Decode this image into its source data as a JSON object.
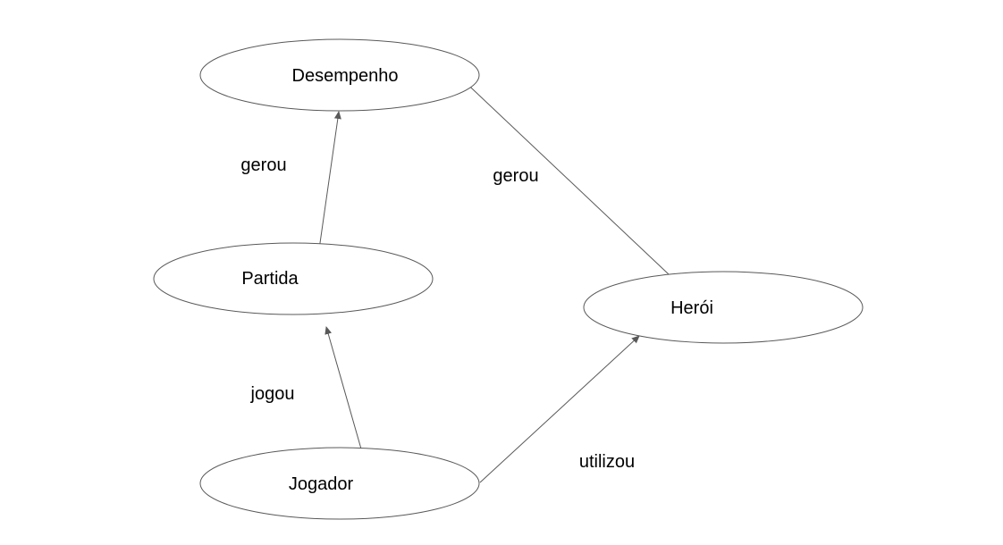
{
  "nodes": {
    "desempenho": "Desempenho",
    "partida": "Partida",
    "heroi": "Herói",
    "jogador": "Jogador"
  },
  "edges": {
    "partida_desempenho": "gerou",
    "heroi_desempenho": "gerou",
    "jogador_partida": "jogou",
    "jogador_heroi": "utilizou"
  }
}
